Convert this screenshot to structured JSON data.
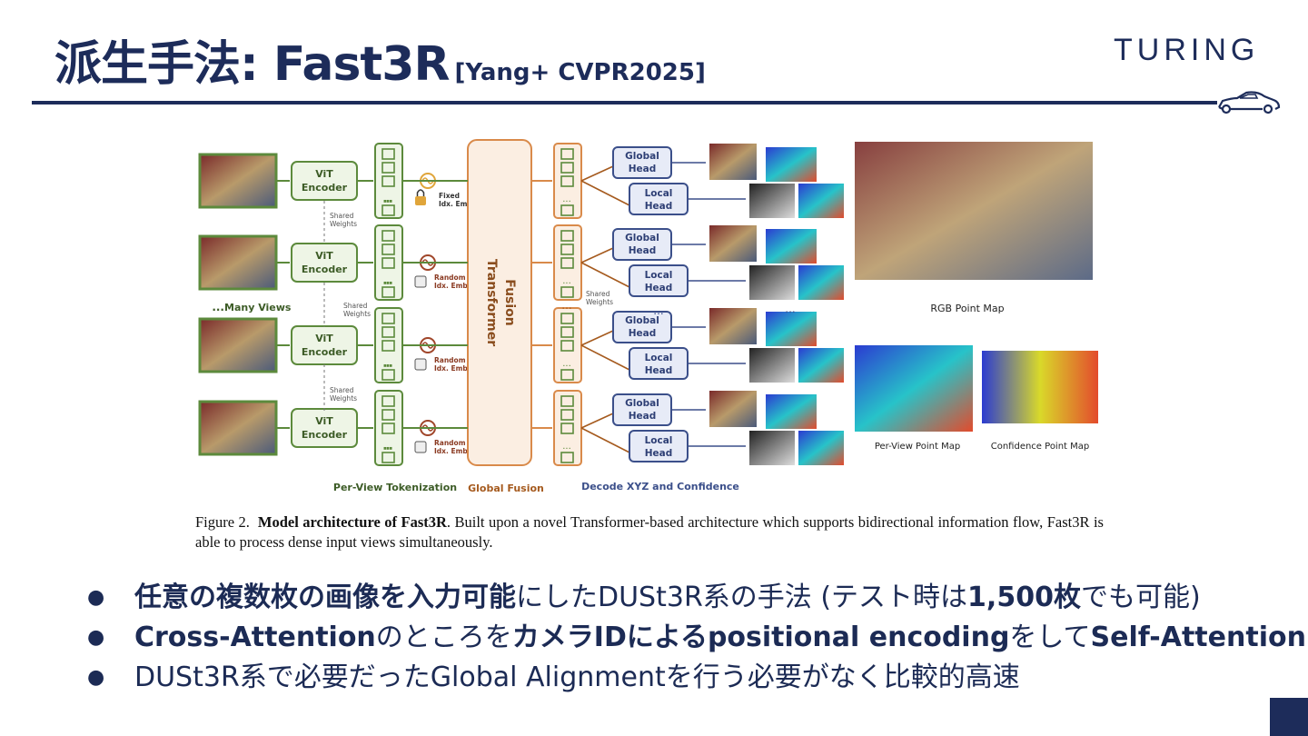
{
  "header": {
    "title": "派生手法: Fast3R",
    "citation": "[Yang+ CVPR2025]",
    "logo": "TURING",
    "logo_icon": "car-icon"
  },
  "figure": {
    "encoder_label": "ViT\nEncoder",
    "shared_weights": "Shared\nWeights",
    "fixed_emb": "Fixed\nIdx. Emb.",
    "random_emb": "Random\nIdx. Emb.",
    "many_views": "Many Views",
    "fusion": "Fusion\nTransformer",
    "global_head": "Global\nHead",
    "local_head": "Local\nHead",
    "rgb_point_map": "RGB Point Map",
    "per_view_point_map": "Per-View Point Map",
    "confidence_point_map": "Confidence Point Map",
    "stage_tokenization": "Per-View Tokenization",
    "stage_fusion": "Global Fusion",
    "stage_decode": "Decode XYZ and Confidence",
    "ellipsis": "..."
  },
  "caption": {
    "prefix": "Figure 2.",
    "bold": "Model architecture of Fast3R",
    "rest": ". Built upon a novel Transformer-based architecture which supports bidirectional information flow, Fast3R is able to process dense input views simultaneously."
  },
  "bullets": [
    {
      "parts": [
        {
          "t": "任意の複数枚の画像を入力可能",
          "b": true
        },
        {
          "t": "にしたDUSt3R系の手法 (テスト時は",
          "b": false
        },
        {
          "t": "1,500枚",
          "b": true
        },
        {
          "t": "でも可能)",
          "b": false
        }
      ]
    },
    {
      "parts": [
        {
          "t": "Cross-Attention",
          "b": true
        },
        {
          "t": "のところを",
          "b": false
        },
        {
          "t": "カメラIDによるpositional encoding",
          "b": true
        },
        {
          "t": "をして",
          "b": false
        },
        {
          "t": "Self-Attention",
          "b": true
        }
      ]
    },
    {
      "parts": [
        {
          "t": "DUSt3R系で必要だったGlobal Alignmentを行う必要がなく比較的高速",
          "b": false
        }
      ]
    }
  ],
  "colors": {
    "navy": "#1d2c5a",
    "green": "#5c8a3c",
    "orange": "#d98a4a",
    "blue_head": "#3b4f8a"
  }
}
